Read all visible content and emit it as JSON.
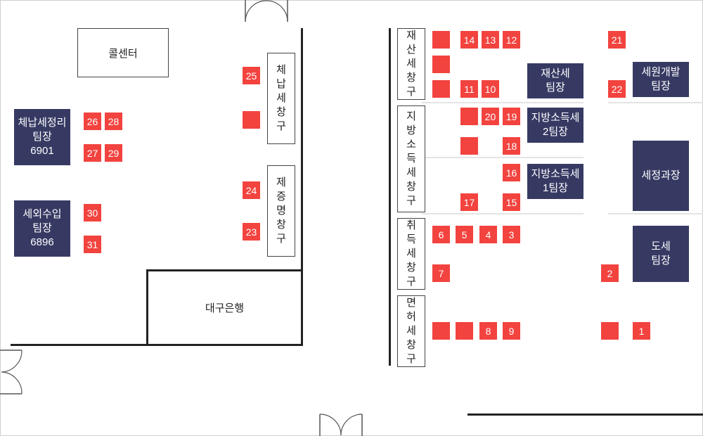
{
  "rooms": {
    "call_center": "콜센터",
    "daegu_bank": "대구은행"
  },
  "counters": {
    "tax_payment": "체\n납\n세\n창\n구",
    "certificate": "제\n증\n명\n창\n구",
    "property_tax": "재\n산\n세\n창\n구",
    "local_income_tax": "지\n방\n소\n득\n세\n창\n구",
    "acquisition_tax": "취\n득\n세\n창\n구",
    "license_tax": "면\n허\n세\n창\n구"
  },
  "teams": {
    "delinquent_tax": "체납세정리\n팀장\n6901",
    "non_tax_revenue": "세외수입\n팀장\n6896",
    "property_tax": "재산세\n팀장",
    "local_income_2": "지방소득세\n2팀장",
    "local_income_1": "지방소득세\n1팀장",
    "tax_source_dev": "세원개발\n팀장",
    "tax_director": "세정과장",
    "registration": "도세\n팀장"
  },
  "seats": {
    "s25": "25",
    "s26": "26",
    "s28": "28",
    "s27": "27",
    "s29": "29",
    "s30": "30",
    "s31": "31",
    "s24": "24",
    "s23": "23",
    "s14": "14",
    "s13": "13",
    "s12": "12",
    "s11": "11",
    "s10": "10",
    "s20": "20",
    "s19": "19",
    "s18": "18",
    "s16": "16",
    "s17": "17",
    "s15": "15",
    "s6": "6",
    "s5": "5",
    "s4": "4",
    "s3": "3",
    "s7": "7",
    "s8": "8",
    "s9": "9",
    "s21": "21",
    "s22": "22",
    "s2": "2",
    "s1": "1"
  },
  "colors": {
    "seat": "#f2433f",
    "team": "#363a63",
    "wall": "#222222"
  }
}
